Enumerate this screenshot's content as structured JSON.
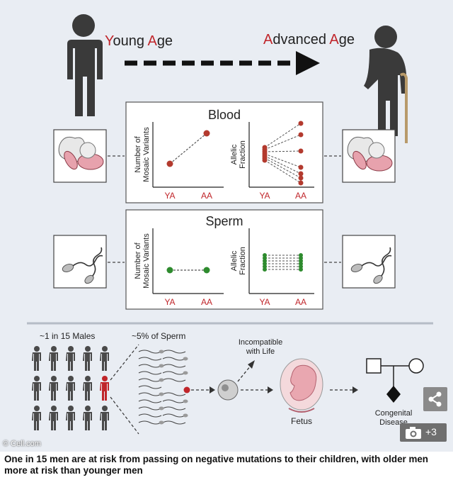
{
  "header": {
    "young_first": "Y",
    "young_rest1": "oung ",
    "young_a": "A",
    "young_rest2": "ge",
    "adv_first": "A",
    "adv_rest1": "dvanced ",
    "adv_a": "A",
    "adv_rest2": "ge"
  },
  "colors": {
    "accent_red": "#c0252a",
    "sperm_green": "#2e8b2e",
    "panel_bg": "#e9edf3",
    "blood_dot": "#b33a2e"
  },
  "blood_panel": {
    "title": "Blood",
    "left_ylabel_1": "Number of",
    "left_ylabel_2": "Mosaic Variants",
    "right_ylabel_1": "Allelic",
    "right_ylabel_2": "Fraction",
    "x_ya": "YA",
    "x_aa": "AA"
  },
  "sperm_panel": {
    "title": "Sperm",
    "left_ylabel_1": "Number of",
    "left_ylabel_2": "Mosaic Variants",
    "right_ylabel_1": "Allelic",
    "right_ylabel_2": "Fraction",
    "x_ya": "YA",
    "x_aa": "AA"
  },
  "bottom": {
    "males_label": "~1 in 15 Males",
    "sperm_label": "~5% of Sperm",
    "incompatible_1": "Incompatible",
    "incompatible_2": "with Life",
    "fetus_label": "Fetus",
    "congenital_1": "Congenital",
    "congenital_2": "Disease"
  },
  "overlay": {
    "credit": "© Cell.com",
    "share_icon": "share-icon",
    "photo_icon": "camera-icon",
    "photo_count": "+3"
  },
  "caption": "One in 15 men are at risk from passing on negative mutations to their children, with older men more at risk than younger men"
}
